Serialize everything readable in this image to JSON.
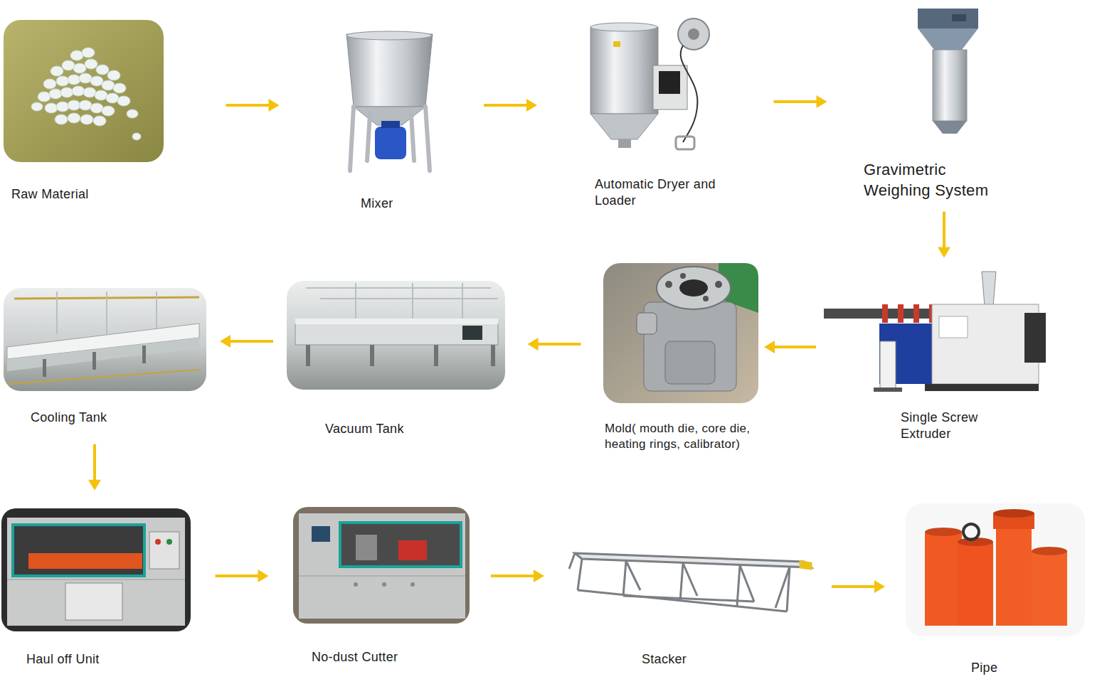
{
  "diagram": {
    "nodes": [
      {
        "text": [
          "Raw Material"
        ]
      },
      {
        "text": [
          "Mixer"
        ]
      },
      {
        "text": [
          "Automatic Dryer and Loader"
        ]
      },
      {
        "text": [
          "Gravimetric Weighing System"
        ]
      },
      {
        "text": [
          "Single Screw Extruder"
        ]
      },
      {
        "text": [
          "Mold( mouth die, core die, heating rings, calibrator)"
        ]
      },
      {
        "text": [
          "Vacuum Tank"
        ]
      },
      {
        "text": [
          "Cooling Tank"
        ]
      },
      {
        "text": [
          "Haul off Unit"
        ]
      },
      {
        "text": [
          "No-dust Cutter"
        ]
      },
      {
        "text": [
          "Stacker"
        ]
      },
      {
        "text": [
          "Pipe"
        ]
      }
    ],
    "edges": [
      {
        "from": 0,
        "to": 1,
        "arrow": "to"
      },
      {
        "from": 1,
        "to": 2,
        "arrow": "to"
      },
      {
        "from": 2,
        "to": 3,
        "arrow": "to"
      },
      {
        "from": 3,
        "to": 4,
        "arrow": "to"
      },
      {
        "from": 4,
        "to": 5,
        "arrow": "to"
      },
      {
        "from": 5,
        "to": 6,
        "arrow": "to"
      },
      {
        "from": 6,
        "to": 7,
        "arrow": "to"
      },
      {
        "from": 7,
        "to": 8,
        "arrow": "to"
      },
      {
        "from": 8,
        "to": 9,
        "arrow": "to"
      },
      {
        "from": 9,
        "to": 10,
        "arrow": "to"
      },
      {
        "from": 10,
        "to": 11,
        "arrow": "to"
      }
    ]
  }
}
